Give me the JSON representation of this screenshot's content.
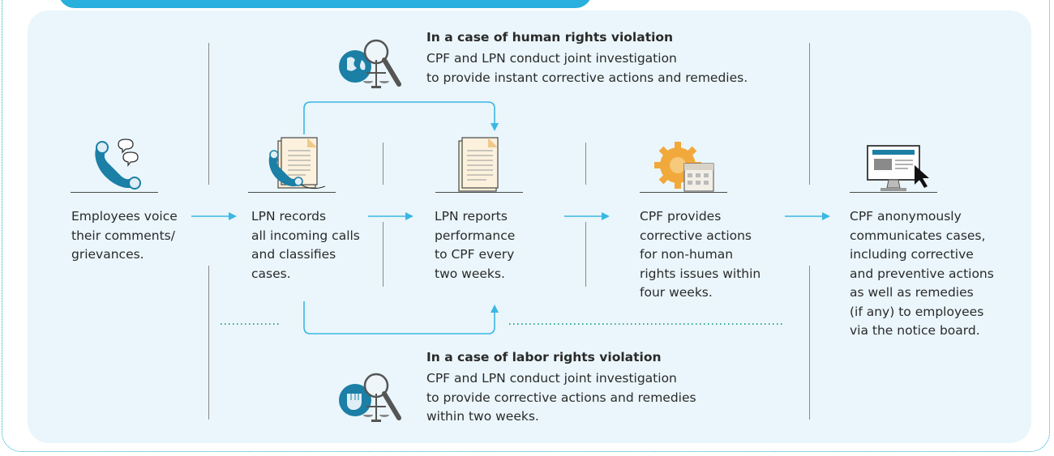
{
  "colors": {
    "accent": "#29b0dc",
    "panel": "#eaf6fb",
    "arrow": "#3bb7e3",
    "dotted": "#1d9c8a",
    "icon_teal": "#1b7fa6",
    "sun": "#f2a93b"
  },
  "steps": [
    {
      "id": "employees",
      "text": "Employees voice\ntheir comments/\ngrievances.",
      "icon": "phone-chat-icon"
    },
    {
      "id": "lpn-records",
      "text": "LPN records\nall incoming calls\nand classifies\ncases.",
      "icon": "phone-document-icon"
    },
    {
      "id": "lpn-reports",
      "text": "LPN reports\nperformance\nto CPF every\ntwo weeks.",
      "icon": "report-document-icon"
    },
    {
      "id": "cpf-provides",
      "text": "CPF provides\ncorrective actions\nfor non-human\nrights issues within\nfour weeks.",
      "icon": "gear-calendar-icon"
    },
    {
      "id": "cpf-communicates",
      "text": "CPF anonymously\ncommunicates cases,\nincluding corrective\nand preventive actions\nas well as remedies\n(if any) to employees\nvia the notice board.",
      "icon": "monitor-cursor-icon"
    }
  ],
  "cases": {
    "human_rights": {
      "title": "In a case of human rights violation",
      "body": "CPF and LPN conduct joint investigation\nto provide instant corrective actions and remedies."
    },
    "labor_rights": {
      "title": "In a case of labor rights violation",
      "body": "CPF and LPN conduct joint investigation\nto provide corrective actions and remedies\nwithin two weeks."
    }
  }
}
